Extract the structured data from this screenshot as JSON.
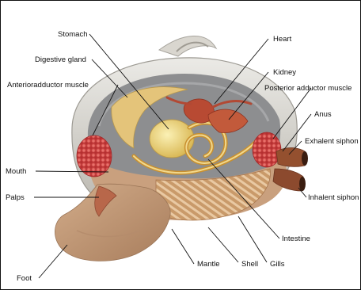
{
  "labels": {
    "stomach": "Stomach",
    "digestive_gland": "Digestive gland",
    "anterior_adductor_muscle": "Anterioradductor muscle",
    "heart": "Heart",
    "kidney": "Kidney",
    "posterior_adductor_muscle": "Posterior adductor muscle",
    "anus": "Anus",
    "exhalent_siphon": "Exhalent siphon",
    "inhalent_siphon": "Inhalent siphon",
    "mouth": "Mouth",
    "palps": "Palps",
    "intestine": "Intestine",
    "foot": "Foot",
    "mantle": "Mantle",
    "shell": "Shell",
    "gills": "Gills"
  },
  "colors": {
    "shell_outer": "#c9c6be",
    "shell_inner": "#8e8f91",
    "body_tan": "#c49a78",
    "adductor_muscle": "#d24a4a",
    "digestive_organs": "#e7cf73",
    "intestine": "#c98c2c",
    "heart_kidney": "#b24934",
    "gills": "#c0905e",
    "siphon": "#8c4a2e",
    "leader_line": "#111111"
  }
}
